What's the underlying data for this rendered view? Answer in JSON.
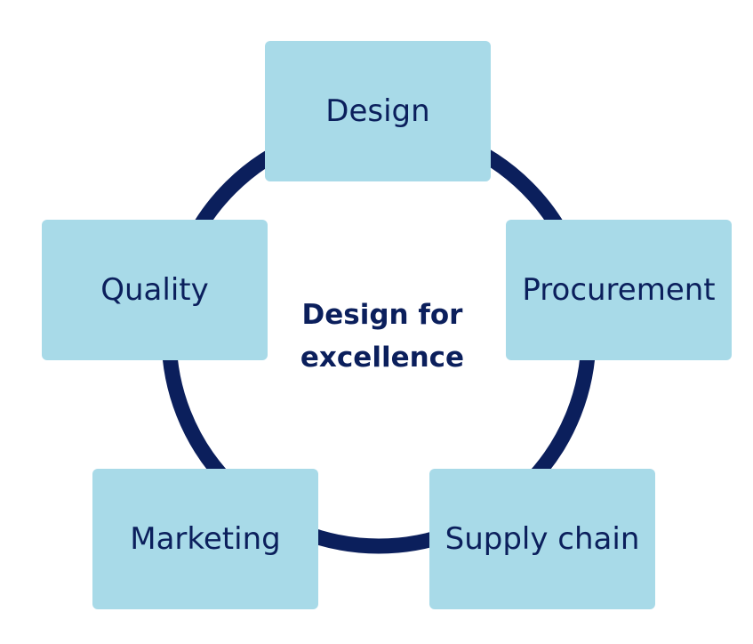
{
  "diagram": {
    "center": {
      "line1": "Design for",
      "line2": "excellence"
    },
    "nodes": {
      "design": "Design",
      "procurement": "Procurement",
      "supply_chain": "Supply chain",
      "marketing": "Marketing",
      "quality": "Quality"
    },
    "colors": {
      "ring": "#0b1f5c",
      "box": "#a8dae8",
      "text": "#0b1f5c"
    }
  }
}
